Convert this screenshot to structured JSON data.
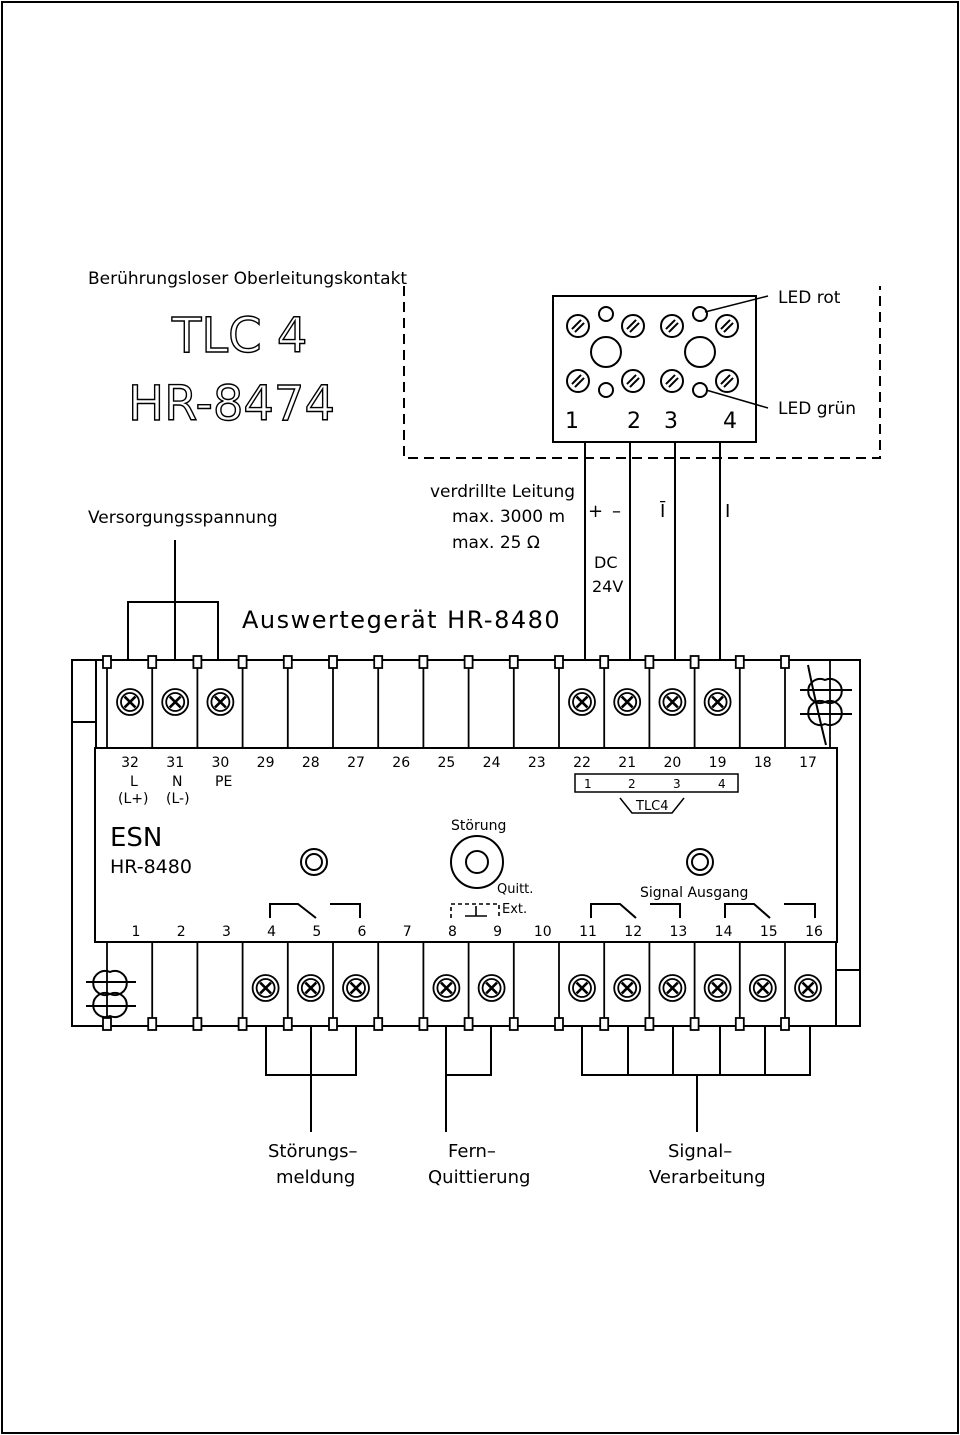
{
  "sensor": {
    "description": "Berührungsloser Oberleitungskontakt",
    "model": "TLC 4",
    "part_number": "HR-8474",
    "terminal_numbers": [
      "1",
      "2",
      "3",
      "4"
    ],
    "led_red": "LED   rot",
    "led_green": "LED   grün"
  },
  "supply_label": "Versorgungsspannung",
  "cable": {
    "line1": "verdrillte Leitung",
    "line2": "max. 3000 m",
    "line3": "max.   25 Ω"
  },
  "polarity": {
    "plus": "+",
    "minus": "–",
    "i_bar": "Ī",
    "i": "I",
    "dc": "DC",
    "voltage": "24V"
  },
  "evaluator_title": "Auswertegerät HR-8480",
  "unit": {
    "brand": "ESN",
    "model": "HR-8480",
    "top_numbers": [
      "32",
      "31",
      "30",
      "29",
      "28",
      "27",
      "26",
      "25",
      "24",
      "23",
      "22",
      "21",
      "20",
      "19",
      "18",
      "17"
    ],
    "bottom_numbers": [
      "1",
      "2",
      "3",
      "4",
      "5",
      "6",
      "7",
      "8",
      "9",
      "10",
      "11",
      "12",
      "13",
      "14",
      "15",
      "16"
    ],
    "l_label": "L",
    "n_label": "N",
    "pe_label": "PE",
    "lplus_label": "(L+)",
    "lminus_label": "(L-)",
    "tlc_box_numbers": [
      "1",
      "2",
      "3",
      "4"
    ],
    "tlc_box_label": "TLC4",
    "fault_label": "Störung",
    "quitt_label": "Quitt.",
    "ext_label": "Ext.",
    "signal_label": "Signal  Ausgang"
  },
  "outputs": {
    "fault_line1": "Störungs–",
    "fault_line2": "meldung",
    "remote_line1": "Fern–",
    "remote_line2": "Quittierung",
    "signal_line1": "Signal–",
    "signal_line2": "Verarbeitung"
  }
}
